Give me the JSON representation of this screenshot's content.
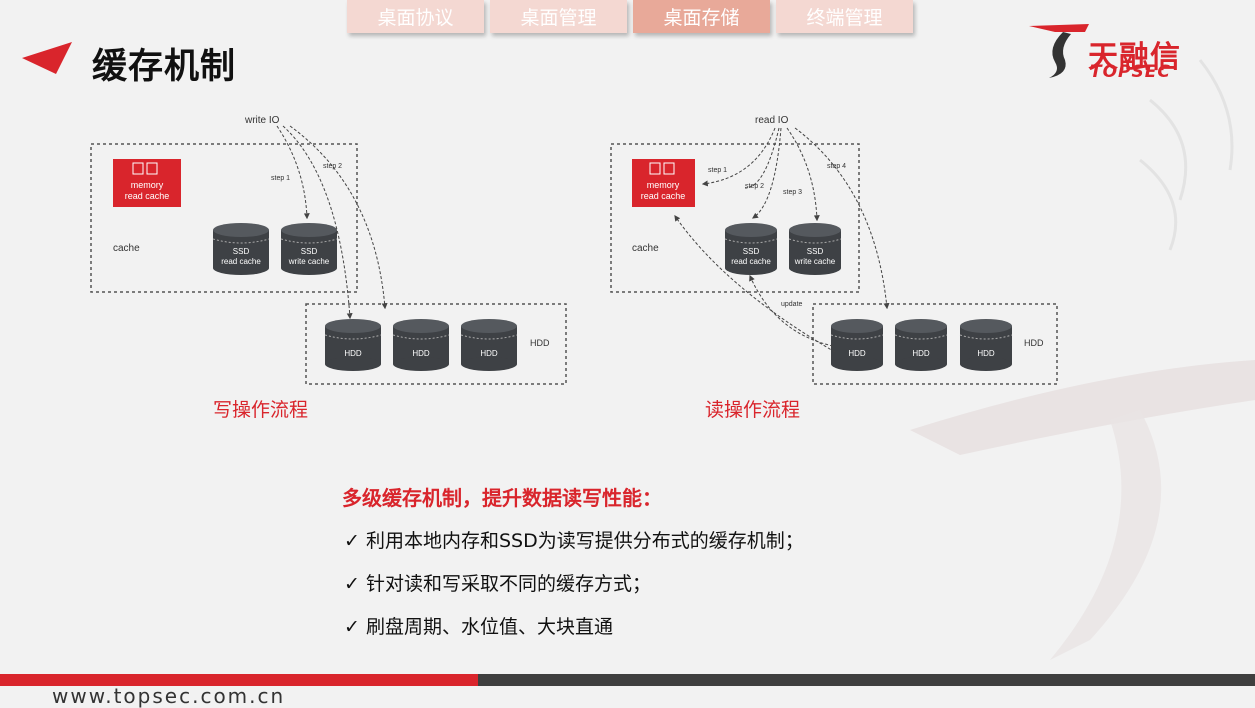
{
  "tabs": [
    {
      "label": "桌面协议"
    },
    {
      "label": "桌面管理"
    },
    {
      "label": "桌面存储"
    },
    {
      "label": "终端管理"
    }
  ],
  "page_title": "缓存机制",
  "logo": {
    "cn": "天融信",
    "en": "TOPSEC"
  },
  "colors": {
    "brand_red": "#d9252c",
    "disk": "#3e4145",
    "tab_bg": "#f4d8d2",
    "tab_active": "#e8a999"
  },
  "write_diagram": {
    "source_label": "write IO",
    "steps": [
      "step 1",
      "step 2"
    ],
    "memory_label": [
      "memory",
      "read  cache"
    ],
    "cache_label": "cache",
    "ssd": [
      [
        "SSD",
        "read cache"
      ],
      [
        "SSD",
        "write cache"
      ]
    ],
    "hdd": [
      "HDD",
      "HDD",
      "HDD"
    ],
    "hdd_group_label": "HDD",
    "caption": "写操作流程"
  },
  "read_diagram": {
    "source_label": "read IO",
    "steps": [
      "step 1",
      "step 2",
      "step 3",
      "step 4"
    ],
    "memory_label": [
      "memory",
      "read  cache"
    ],
    "cache_label": "cache",
    "update_label": "update",
    "ssd": [
      [
        "SSD",
        "read cache"
      ],
      [
        "SSD",
        "write cache"
      ]
    ],
    "hdd": [
      "HDD",
      "HDD",
      "HDD"
    ],
    "hdd_group_label": "HDD",
    "caption": "读操作流程"
  },
  "summary": {
    "heading": "多级缓存机制，提升数据读写性能：",
    "check_icon": "✓",
    "bullets": [
      "利用本地内存和SSD为读写提供分布式的缓存机制；",
      "针对读和写采取不同的缓存方式；",
      "刷盘周期、水位值、大块直通"
    ]
  },
  "footer": {
    "url": "www.topsec.com.cn"
  }
}
